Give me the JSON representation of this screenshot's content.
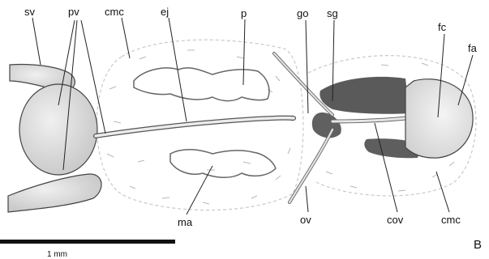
{
  "figure": {
    "panel_label": "B",
    "scale_bar_label": "1 mm",
    "labels": {
      "sv": "sv",
      "pv": "pv",
      "cmc_top": "cmc",
      "ej": "ej",
      "p": "p",
      "go": "go",
      "sg": "sg",
      "fc": "fc",
      "fa": "fa",
      "ma": "ma",
      "ov": "ov",
      "cov": "cov",
      "cmc_bottom": "cmc"
    }
  }
}
